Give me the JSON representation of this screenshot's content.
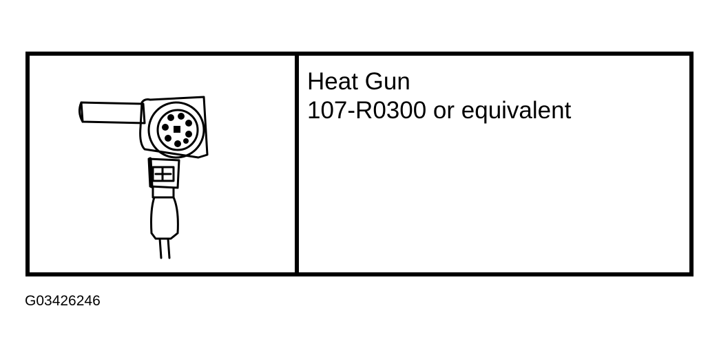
{
  "tool": {
    "name": "Heat Gun",
    "part_number": "107-R0300 or equivalent",
    "illustration": "heat-gun-icon"
  },
  "figure": {
    "id": "G03426246"
  },
  "colors": {
    "ink": "#000000",
    "background": "#ffffff"
  }
}
